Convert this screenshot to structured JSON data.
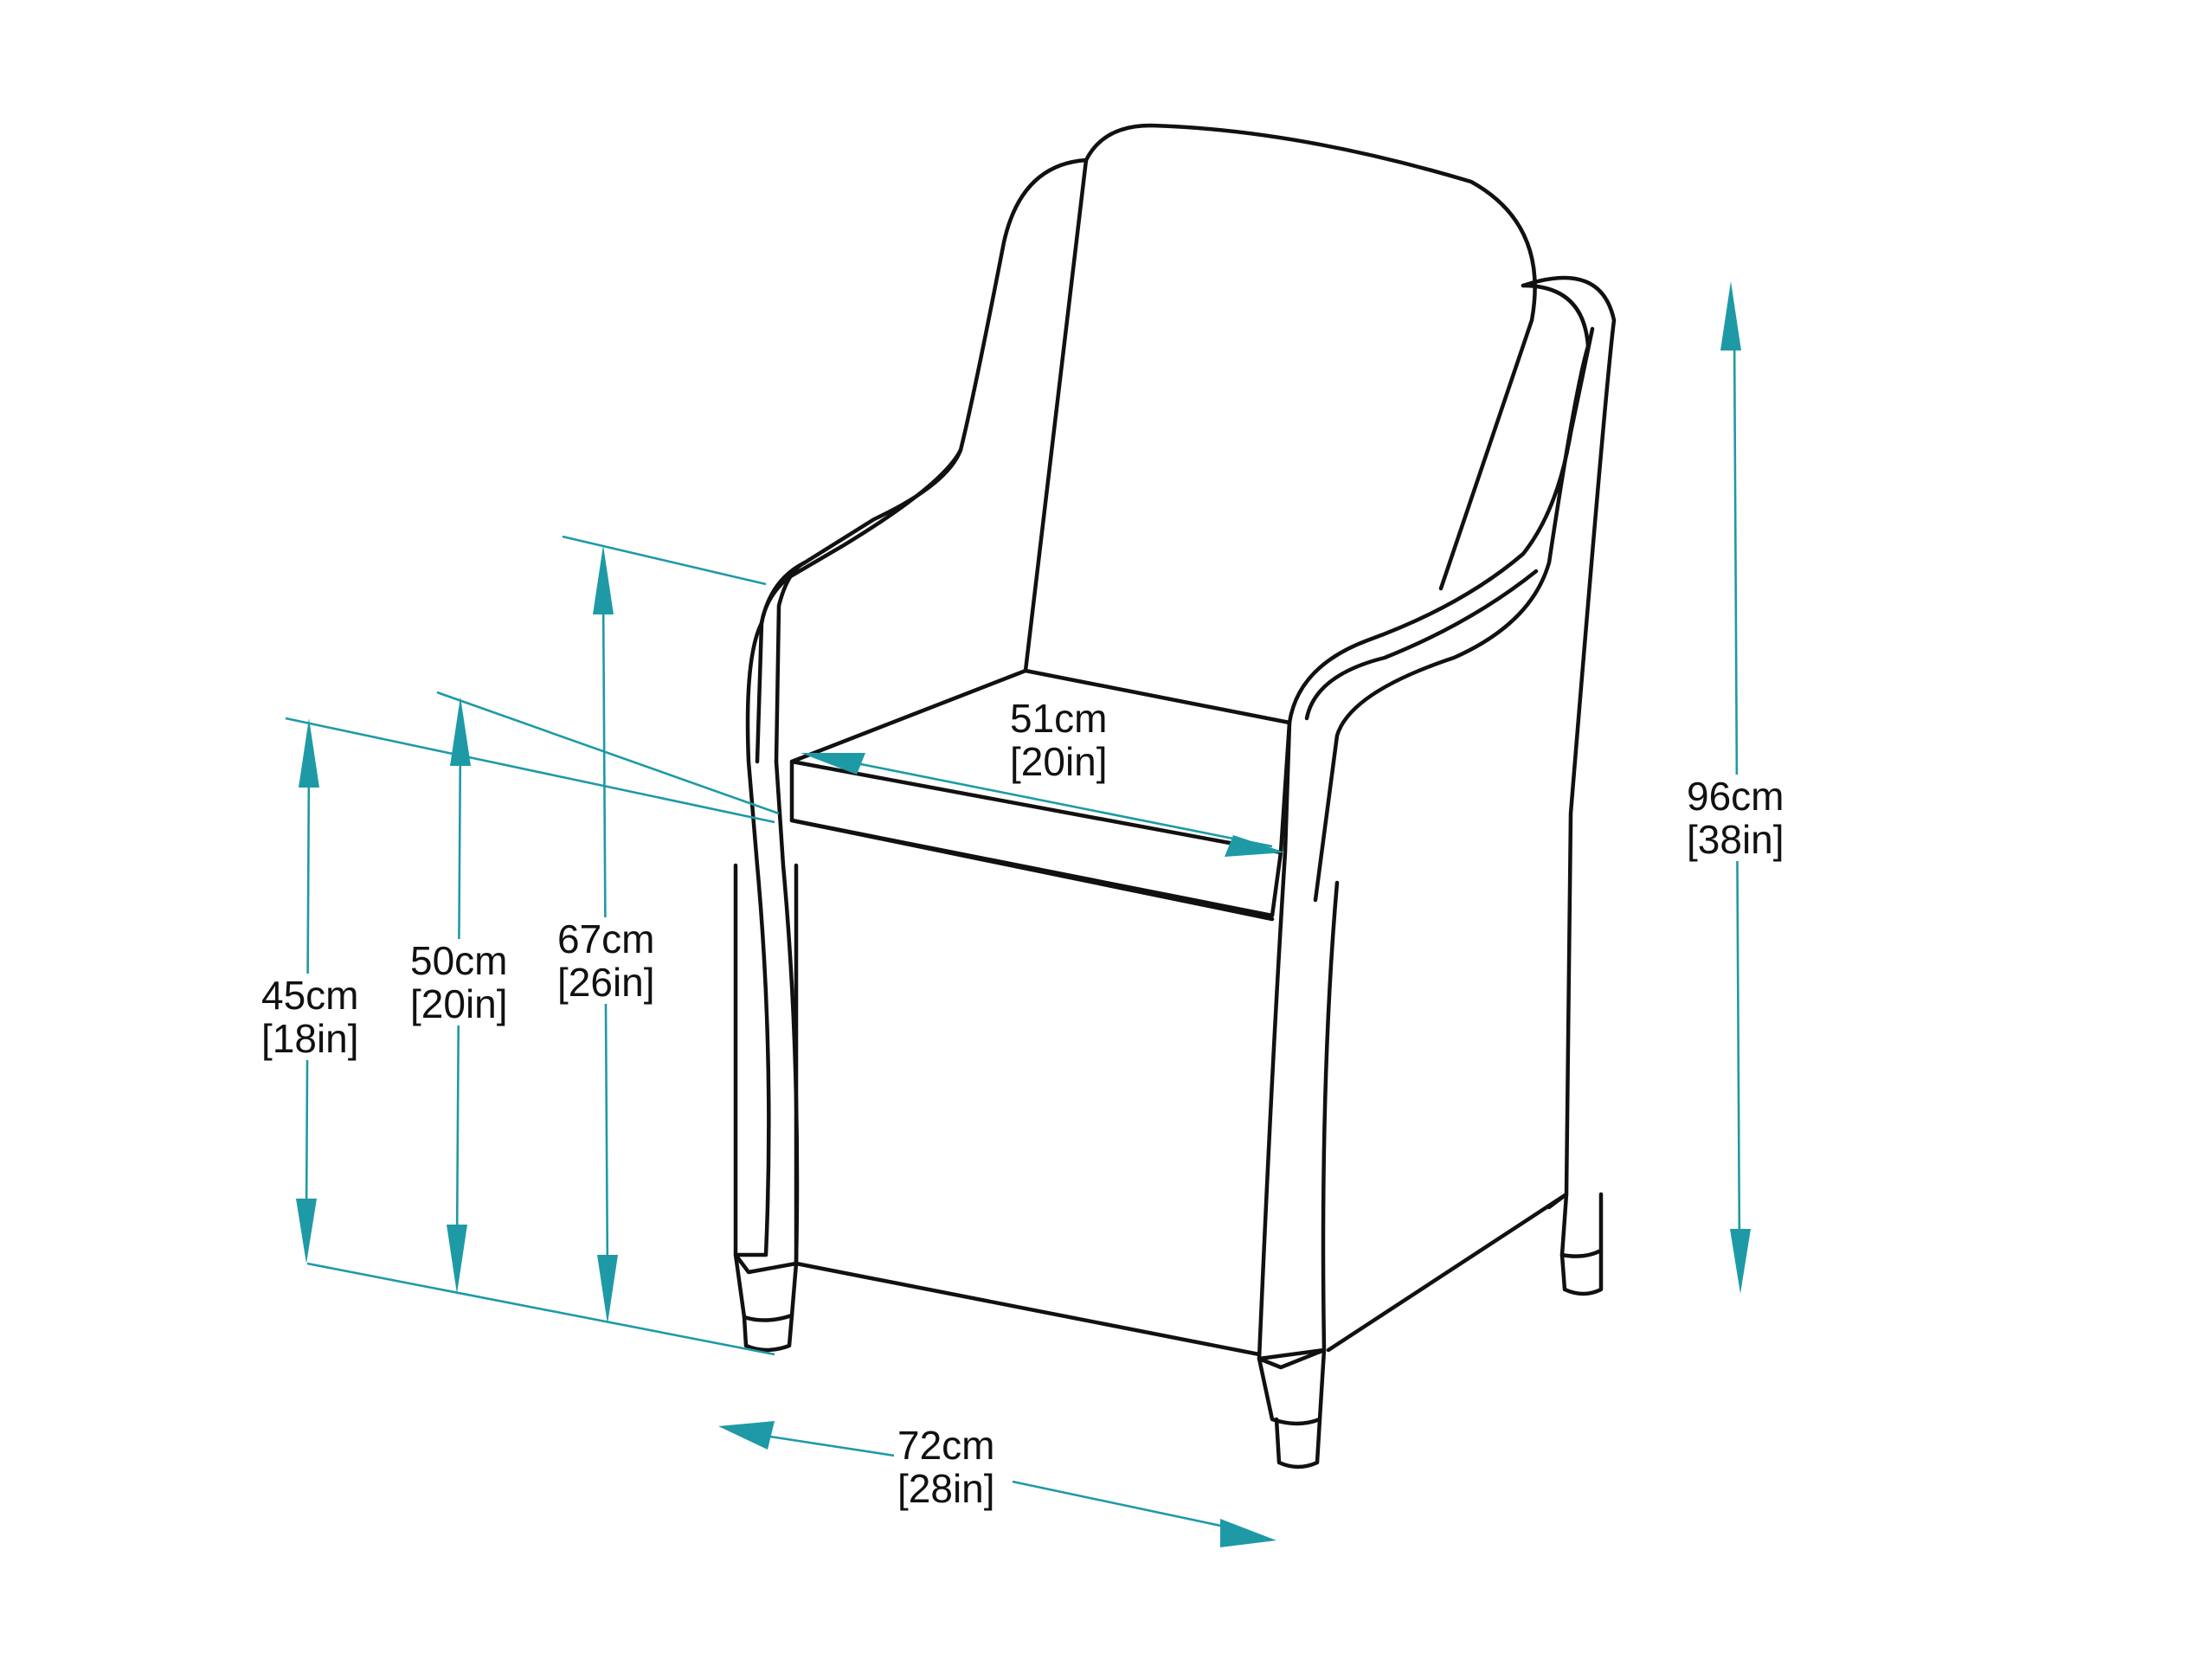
{
  "diagram": {
    "subject": "Armchair dimension drawing",
    "accent_color": "#1e9aa6",
    "line_color": "#111111",
    "dimensions": {
      "seat_height": {
        "cm": "45cm",
        "in": "[18in]"
      },
      "seat_top_height": {
        "cm": "50cm",
        "in": "[20in]"
      },
      "arm_height": {
        "cm": "67cm",
        "in": "[26in]"
      },
      "seat_width": {
        "cm": "51cm",
        "in": "[20in]"
      },
      "total_height": {
        "cm": "96cm",
        "in": "[38in]"
      },
      "total_width": {
        "cm": "72cm",
        "in": "[28in]"
      }
    }
  }
}
